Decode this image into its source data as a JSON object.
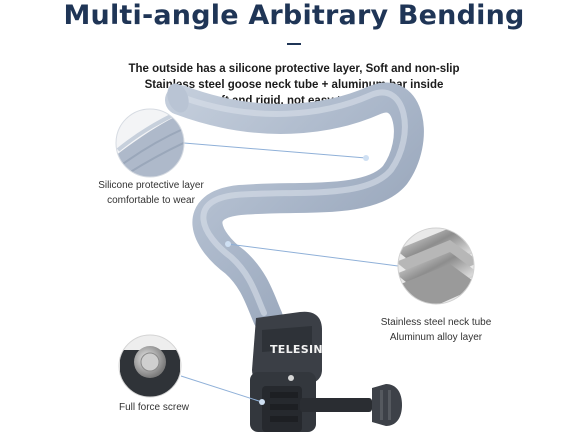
{
  "title": "Multi-angle Arbitrary Bending",
  "features": [
    "The outside has a silicone protective layer, Soft and non-slip",
    "Stainless steel goose neck tube + aluminum bar inside",
    "Soft and rigid, not easy to break"
  ],
  "callouts": {
    "silicone": [
      "Silicone protective layer",
      "comfortable to wear"
    ],
    "steel": [
      "Stainless steel neck tube",
      "Aluminum alloy layer"
    ],
    "screw": [
      "Full force screw"
    ]
  },
  "brand": "TELESIN",
  "colors": {
    "title": "#1f3556",
    "silicone": "#a9b6c9",
    "mount": "#3b3f46",
    "callout_line": "#8fb0d8"
  }
}
